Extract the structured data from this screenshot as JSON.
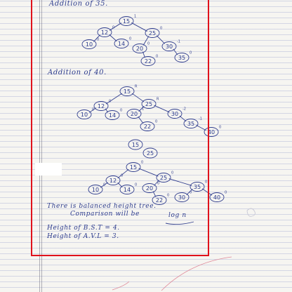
{
  "sections": {
    "heading_35": "Addition of 35.",
    "heading_40": "Addition of 40."
  },
  "trees": [
    {
      "nodes": [
        {
          "id": "15",
          "label": "15",
          "mark": "1"
        },
        {
          "id": "12",
          "label": "12",
          "mark": "0"
        },
        {
          "id": "25",
          "label": "25",
          "mark": "0"
        },
        {
          "id": "10",
          "label": "10",
          "mark": "0"
        },
        {
          "id": "14",
          "label": "14",
          "mark": "0"
        },
        {
          "id": "20",
          "label": "20",
          "mark": "0"
        },
        {
          "id": "30",
          "label": "30",
          "mark": "-1"
        },
        {
          "id": "22",
          "label": "22",
          "mark": "0"
        },
        {
          "id": "35",
          "label": "35",
          "mark": "0"
        }
      ],
      "edges": [
        [
          "15",
          "12"
        ],
        [
          "15",
          "25"
        ],
        [
          "12",
          "10"
        ],
        [
          "12",
          "14"
        ],
        [
          "25",
          "20"
        ],
        [
          "25",
          "30"
        ],
        [
          "20",
          "22"
        ],
        [
          "30",
          "35"
        ]
      ]
    },
    {
      "nodes": [
        {
          "id": "15",
          "label": "15",
          "mark": "R"
        },
        {
          "id": "12",
          "label": "12",
          "mark": "0"
        },
        {
          "id": "25",
          "label": "25",
          "mark": "R"
        },
        {
          "id": "10",
          "label": "10",
          "mark": "0"
        },
        {
          "id": "14",
          "label": "14",
          "mark": "0"
        },
        {
          "id": "20",
          "label": "20",
          "mark": "1"
        },
        {
          "id": "30",
          "label": "30",
          "mark": "-2"
        },
        {
          "id": "22",
          "label": "22",
          "mark": "0"
        },
        {
          "id": "35",
          "label": "35",
          "mark": "-1"
        },
        {
          "id": "40",
          "label": "40",
          "mark": "0"
        }
      ],
      "edges": [
        [
          "15",
          "12"
        ],
        [
          "15",
          "25"
        ],
        [
          "12",
          "10"
        ],
        [
          "12",
          "14"
        ],
        [
          "25",
          "20"
        ],
        [
          "25",
          "30"
        ],
        [
          "20",
          "22"
        ],
        [
          "30",
          "35"
        ],
        [
          "35",
          "40"
        ]
      ]
    },
    {
      "nodes": [
        {
          "id": "15b",
          "label": "15",
          "mark": ""
        },
        {
          "id": "25b",
          "label": "25",
          "mark": ""
        }
      ],
      "edges": []
    },
    {
      "nodes": [
        {
          "id": "15",
          "label": "15",
          "mark": "0"
        },
        {
          "id": "12",
          "label": "12",
          "mark": "0"
        },
        {
          "id": "25",
          "label": "25",
          "mark": "0"
        },
        {
          "id": "10",
          "label": "10",
          "mark": "0"
        },
        {
          "id": "14",
          "label": "14",
          "mark": "0"
        },
        {
          "id": "20",
          "label": "20",
          "mark": "0"
        },
        {
          "id": "35",
          "label": "35",
          "mark": "0"
        },
        {
          "id": "22",
          "label": "22",
          "mark": "0"
        },
        {
          "id": "30",
          "label": "30",
          "mark": "0"
        },
        {
          "id": "40",
          "label": "40",
          "mark": "0"
        }
      ],
      "edges": [
        [
          "15",
          "12"
        ],
        [
          "15",
          "25"
        ],
        [
          "12",
          "10"
        ],
        [
          "12",
          "14"
        ],
        [
          "25",
          "20"
        ],
        [
          "25",
          "35"
        ],
        [
          "20",
          "22"
        ],
        [
          "35",
          "30"
        ],
        [
          "35",
          "40"
        ]
      ]
    }
  ],
  "notes": {
    "line1": "There is balanced height tree.",
    "line2": "Comparison will be",
    "log_term": "log n",
    "height_bst": "Height of B.S.T = 4.",
    "height_avl": "Height of A.V.L = 3."
  },
  "colors": {
    "ink": "#2d3c8e",
    "frame": "#e0121c",
    "margin": "#5a5a6e"
  }
}
